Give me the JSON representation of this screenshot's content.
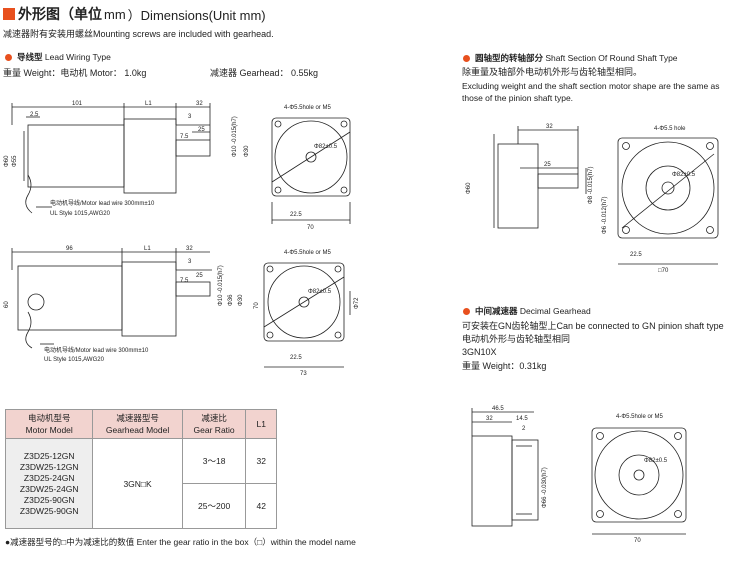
{
  "header": {
    "title_cn": "外形图（单位",
    "title_unit": "mm",
    "title_en": "）Dimensions(Unit mm)",
    "screw_note": "减速器附有安装用螺丝Mounting screws are included with gearhead."
  },
  "lead_wiring": {
    "title_cn": "导线型",
    "title_en": "Lead Wiring Type",
    "weight_motor": "重量 Weight：电动机 Motor： 1.0kg",
    "weight_gear": "减速器 Gearhead： 0.55kg"
  },
  "drawing1": {
    "d101": "101",
    "dL1": "L1",
    "d32": "32",
    "d3": "3",
    "d25": "25",
    "d7_5": "7.5",
    "d2_5": "2.5",
    "shaft": "Φ10 -0.015(h7)",
    "phi30": "Φ30",
    "phi60": "Φ60",
    "phi55": "Φ55",
    "wire_cn": "电动机导线/Motor lead wire 300mm±10",
    "wire_style": "UL Style 1015,AWG20",
    "hole": "4-Φ5.5hole or M5",
    "pcd": "Φ82±0.5",
    "d22_5": "22.5",
    "d70": "70"
  },
  "drawing2": {
    "d96": "96",
    "dL1": "L1",
    "d32": "32",
    "d3": "3",
    "d25": "25",
    "d7_5": "7.5",
    "shaft": "Φ10 -0.015(h7)",
    "phi30": "Φ30",
    "phi36": "Φ36",
    "d60": "60",
    "wire_cn": "电动机导线/Motor lead wire 300mm±10",
    "wire_style": "UL Style 1015,AWG20",
    "hole": "4-Φ5.5hole or M5",
    "pcd": "Φ82±0.5",
    "d22_5": "22.5",
    "d70": "70",
    "d73": "73",
    "phi72": "Φ72"
  },
  "round_shaft": {
    "title_cn": "圆轴型的转轴部分",
    "title_en": "Shaft Section Of Round Shaft Type",
    "desc_cn": "除重量及轴部外电动机外形与齿轮轴型相同。",
    "desc_en1": "Excluding weight and the shaft section motor shape are the same as",
    "desc_en2": "those of the pinion shaft type.",
    "d32": "32",
    "d25": "25",
    "phi60": "Φ60",
    "shaft8": "Φ8 -0.015(h7)",
    "shaft6": "Φ6 -0.012(h7)",
    "hole": "4-Φ5.5 hole",
    "pcd": "Φ82±0.5",
    "d22_5": "22.5",
    "d70": "□70"
  },
  "decimal": {
    "title_cn": "中间减速器",
    "title_en": "Decimal Gearhead",
    "desc1": "可安装在GN齿轮轴型上Can be connected to GN pinion shaft type",
    "desc2": "电动机外形与齿轮轴型相同",
    "model": "3GN10X",
    "weight": "重量 Weight：0.31kg",
    "d46_5": "46.5",
    "d32": "32",
    "d14_5": "14.5",
    "d2": "2",
    "shaft": "Φ66 -0.030(h7)",
    "hole": "4-Φ5.5hole or M5",
    "pcd": "Φ82±0.5",
    "d70": "70"
  },
  "table": {
    "headers": [
      [
        "电动机型号",
        "Motor Model"
      ],
      [
        "减速器型号",
        "Gearhead Model"
      ],
      [
        "减速比",
        "Gear Ratio"
      ],
      [
        "L1",
        ""
      ]
    ],
    "motors": [
      "Z3D25-12GN",
      "Z3DW25-12GN",
      "Z3D25-24GN",
      "Z3DW25-24GN",
      "Z3D25-90GN",
      "Z3DW25-90GN"
    ],
    "gearhead": "3GN□K",
    "ratios": [
      {
        "ratio": "3～18",
        "l1": "32"
      },
      {
        "ratio": "25～200",
        "l1": "42"
      }
    ]
  },
  "footnote": "●减速器型号的□中为减速比的数值 Enter the gear ratio in the box（□）within the model name",
  "colors": {
    "accent": "#e8501e",
    "header_bg": "#f2d3cf",
    "cell_gray": "#eeeeee"
  }
}
